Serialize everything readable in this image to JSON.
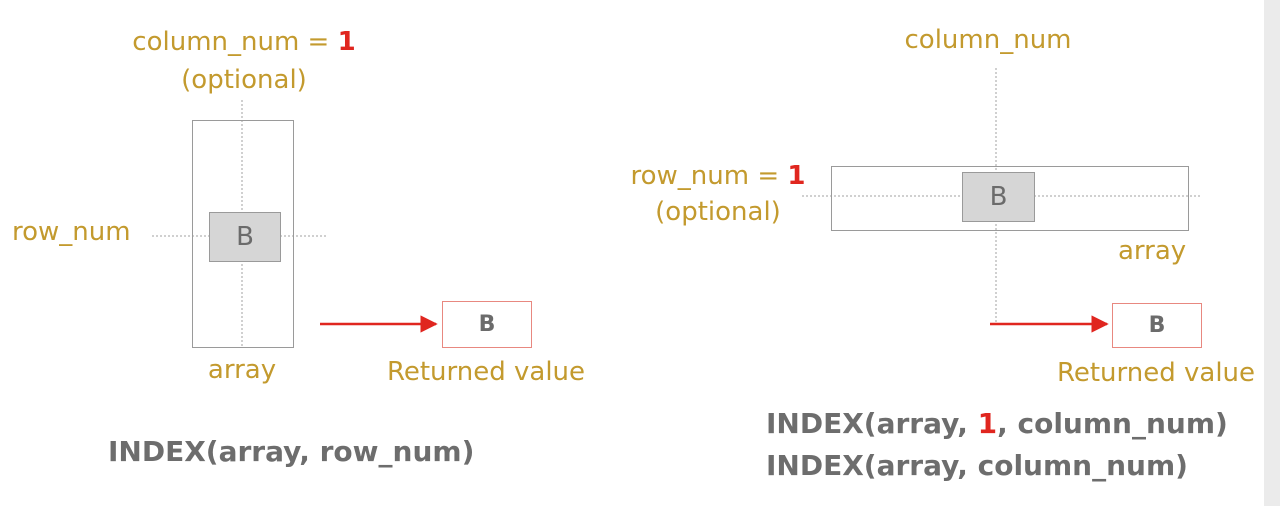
{
  "left": {
    "column_label": "column_num = ",
    "column_value": "1",
    "optional_top": "(optional)",
    "row_label": "row_num",
    "cell": "B",
    "array_label": "array",
    "result_value": "B",
    "returned_label": "Returned value",
    "formula": "INDEX(array, row_num)"
  },
  "right": {
    "column_label": "column_num",
    "row_label": "row_num = ",
    "row_value": "1",
    "optional_side": "(optional)",
    "cell": "B",
    "array_label": "array",
    "result_value": "B",
    "returned_label": "Returned value",
    "formula1_start": "INDEX(array, ",
    "formula1_value": "1",
    "formula1_end": ", column_num)",
    "formula2": "INDEX(array, column_num)"
  },
  "colors": {
    "label": "#c39a2e",
    "highlight": "#e0261f",
    "formula": "#6d6d6d",
    "cell_fill": "#d6d6d6",
    "arrow": "#e0261f"
  }
}
